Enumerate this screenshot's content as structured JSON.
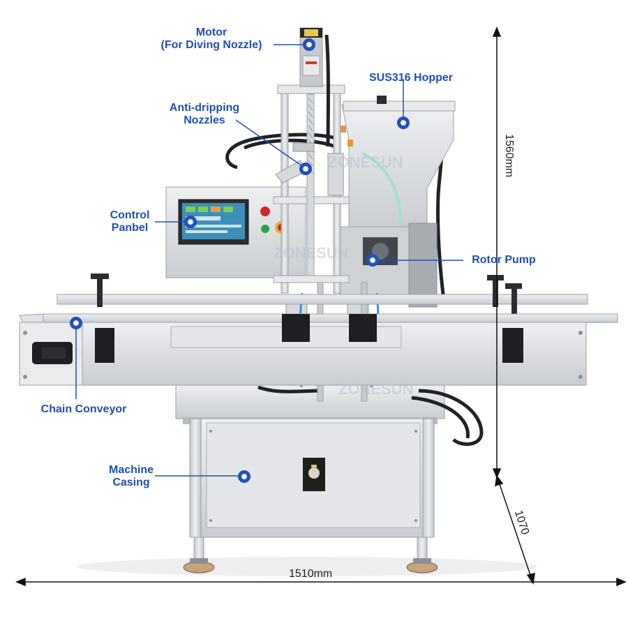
{
  "callouts": {
    "motor": {
      "line1": "Motor",
      "line2": "(For Diving Nozzle)"
    },
    "hopper": {
      "line1": "SUS316 Hopper"
    },
    "nozzles": {
      "line1": "Anti-dripping",
      "line2": "Nozzles"
    },
    "control": {
      "line1": "Control",
      "line2": "Panbel"
    },
    "rotor": {
      "line1": "Rotor Pump"
    },
    "conveyor": {
      "line1": "Chain Conveyor"
    },
    "casing": {
      "line1": "Machine",
      "line2": "Casing"
    }
  },
  "dimensions": {
    "height": "1560mm",
    "width": "1510mm",
    "depth": "1070"
  },
  "watermark": "ZONESUN",
  "colors": {
    "callout_text": "#1f4fb3",
    "callout_dot": "#2a56c6",
    "machine_steel": "#d9dcdf",
    "machine_dark": "#3b3f44"
  }
}
